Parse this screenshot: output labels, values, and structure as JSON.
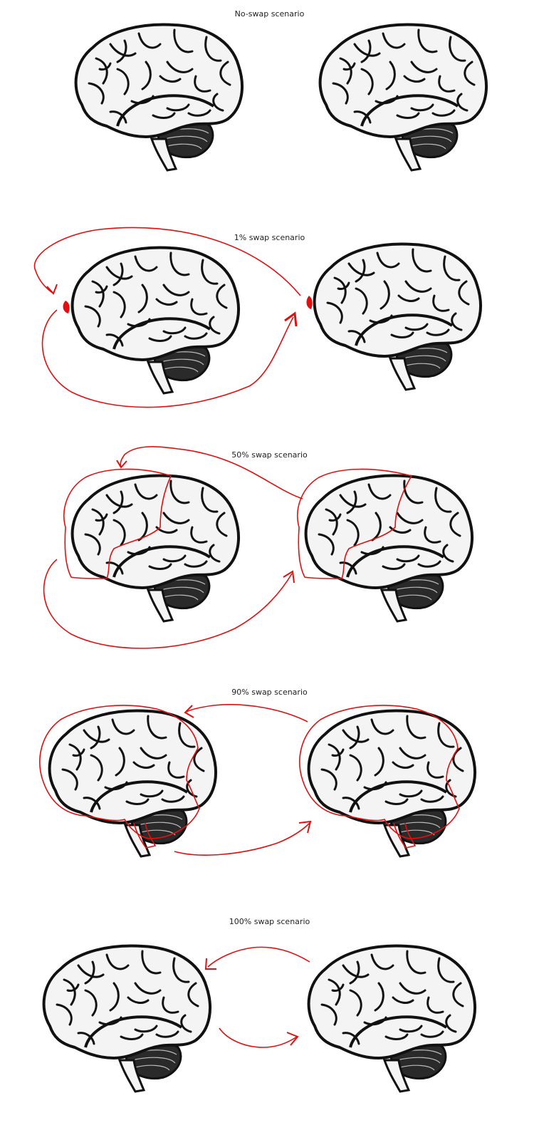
{
  "colors": {
    "brain_fill": "#f4f4f4",
    "brain_stroke": "#111111",
    "cerebellum_fill": "#2a2a2a",
    "swap_red": "#e01010"
  },
  "panels": [
    {
      "title": "No-swap scenario",
      "swap": "none"
    },
    {
      "title": "1% swap scenario",
      "swap": 0.01
    },
    {
      "title": "50% swap scenario",
      "swap": 0.5
    },
    {
      "title": "90% swap scenario",
      "swap": 0.9
    },
    {
      "title": "100% swap scenario",
      "swap": 1.0
    }
  ]
}
